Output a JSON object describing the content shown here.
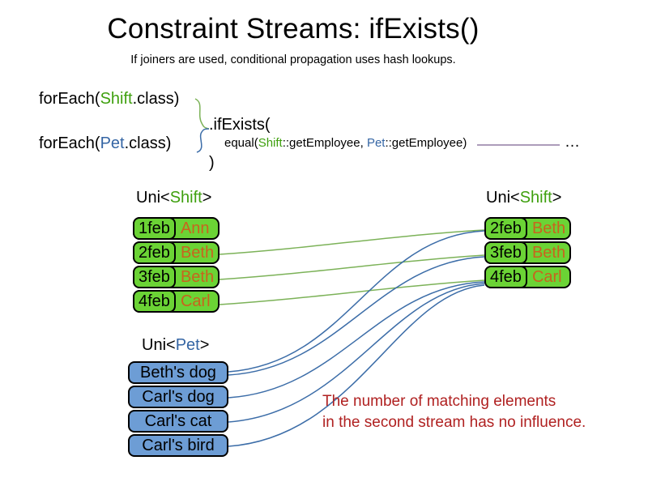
{
  "slide": {
    "title": "Constraint Streams: ifExists()",
    "subtitle": "If joiners are used, conditional propagation uses hash lookups."
  },
  "code": {
    "foreach_shift": {
      "prefix": "forEach(",
      "class_name": "Shift",
      "suffix": ".class)"
    },
    "foreach_pet": {
      "prefix": "forEach(",
      "class_name": "Pet",
      "suffix": ".class)"
    },
    "if_exists": ".ifExists(",
    "equal": {
      "prefix": "equal(",
      "arg1_class": "Shift",
      "arg1_rest": "::getEmployee, ",
      "arg2_class": "Pet",
      "arg2_rest": "::getEmployee)"
    },
    "ellipsis": "…",
    "close_paren": ")"
  },
  "left_shift_table": {
    "header": {
      "prefix": "Uni<",
      "type": "Shift",
      "suffix": ">"
    },
    "rows": [
      {
        "date": "1feb",
        "name": "Ann"
      },
      {
        "date": "2feb",
        "name": "Beth"
      },
      {
        "date": "3feb",
        "name": "Beth"
      },
      {
        "date": "4feb",
        "name": "Carl"
      }
    ]
  },
  "right_shift_table": {
    "header": {
      "prefix": "Uni<",
      "type": "Shift",
      "suffix": ">"
    },
    "rows": [
      {
        "date": "2feb",
        "name": "Beth"
      },
      {
        "date": "3feb",
        "name": "Beth"
      },
      {
        "date": "4feb",
        "name": "Carl"
      }
    ]
  },
  "pet_table": {
    "header": {
      "prefix": "Uni<",
      "type": "Pet",
      "suffix": ">"
    },
    "rows": [
      "Beth's dog",
      "Carl's dog",
      "Carl's cat",
      "Carl's bird"
    ]
  },
  "note": {
    "line1": "The number of matching elements",
    "line2": "in the second stream has no influence."
  },
  "colors": {
    "shift_text_green": "#3FA00F",
    "pet_text_blue": "#3465A4",
    "shift_box_green": "#6BD335",
    "pet_box_blue": "#6D9DD5",
    "name_text_orange": "#C8641E",
    "link_green": "#7CB258",
    "link_blue": "#3C6DA8",
    "joiner_line_purple": "#7C6090",
    "note_red": "#B02121"
  }
}
